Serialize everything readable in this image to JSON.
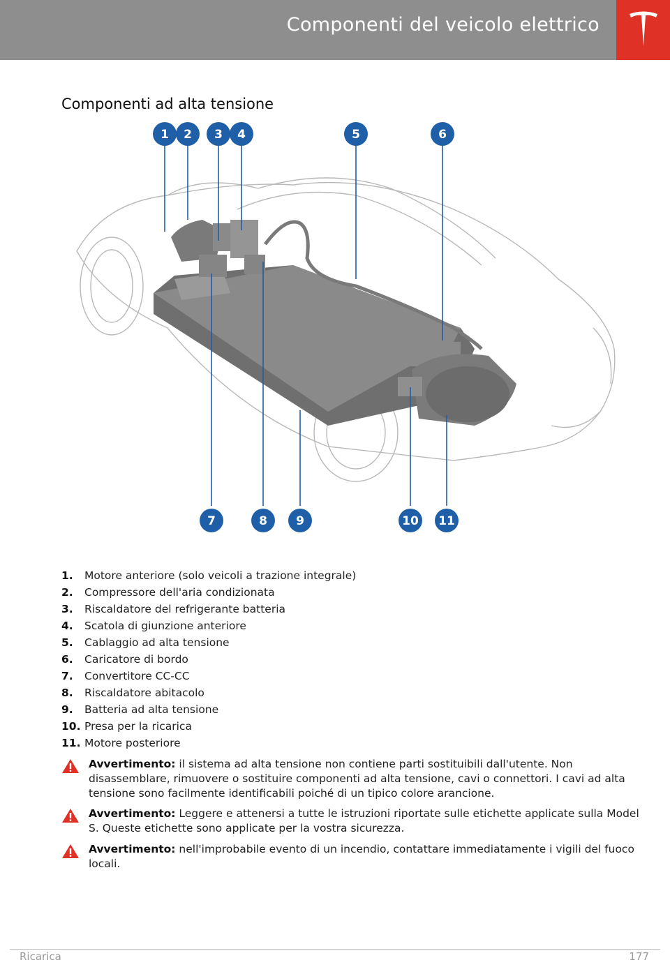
{
  "header": {
    "title": "Componenti del veicolo elettrico",
    "accent": "#e03127",
    "bar_color": "#8e8e8e"
  },
  "section": {
    "title": "Componenti ad alta tensione"
  },
  "diagram": {
    "callouts": [
      "1",
      "2",
      "3",
      "4",
      "5",
      "6",
      "7",
      "8",
      "9",
      "10",
      "11"
    ],
    "callout_color": "#1f5fa8"
  },
  "items": [
    {
      "num": "1.",
      "label": "Motore anteriore (solo veicoli a trazione integrale)"
    },
    {
      "num": "2.",
      "label": "Compressore dell'aria condizionata"
    },
    {
      "num": "3.",
      "label": "Riscaldatore del refrigerante batteria"
    },
    {
      "num": "4.",
      "label": "Scatola di giunzione anteriore"
    },
    {
      "num": "5.",
      "label": "Cablaggio ad alta tensione"
    },
    {
      "num": "6.",
      "label": "Caricatore di bordo"
    },
    {
      "num": "7.",
      "label": "Convertitore CC-CC"
    },
    {
      "num": "8.",
      "label": "Riscaldatore abitacolo"
    },
    {
      "num": "9.",
      "label": "Batteria ad alta tensione"
    },
    {
      "num": "10.",
      "label": "Presa per la ricarica"
    },
    {
      "num": "11.",
      "label": "Motore posteriore"
    }
  ],
  "warnings": [
    {
      "label": "Avvertimento:",
      "text": " il sistema ad alta tensione non contiene parti sostituibili dall'utente. Non disassemblare, rimuovere o sostituire componenti ad alta tensione, cavi o connettori. I cavi ad alta tensione sono facilmente identificabili poiché di un tipico colore arancione."
    },
    {
      "label": "Avvertimento:",
      "text": " Leggere e attenersi a tutte le istruzioni riportate sulle etichette applicate sulla Model S. Queste etichette sono applicate per la vostra sicurezza."
    },
    {
      "label": "Avvertimento:",
      "text": " nell'improbabile evento di un incendio, contattare immediatamente i vigili del fuoco locali."
    }
  ],
  "footer": {
    "section": "Ricarica",
    "page": "177"
  }
}
